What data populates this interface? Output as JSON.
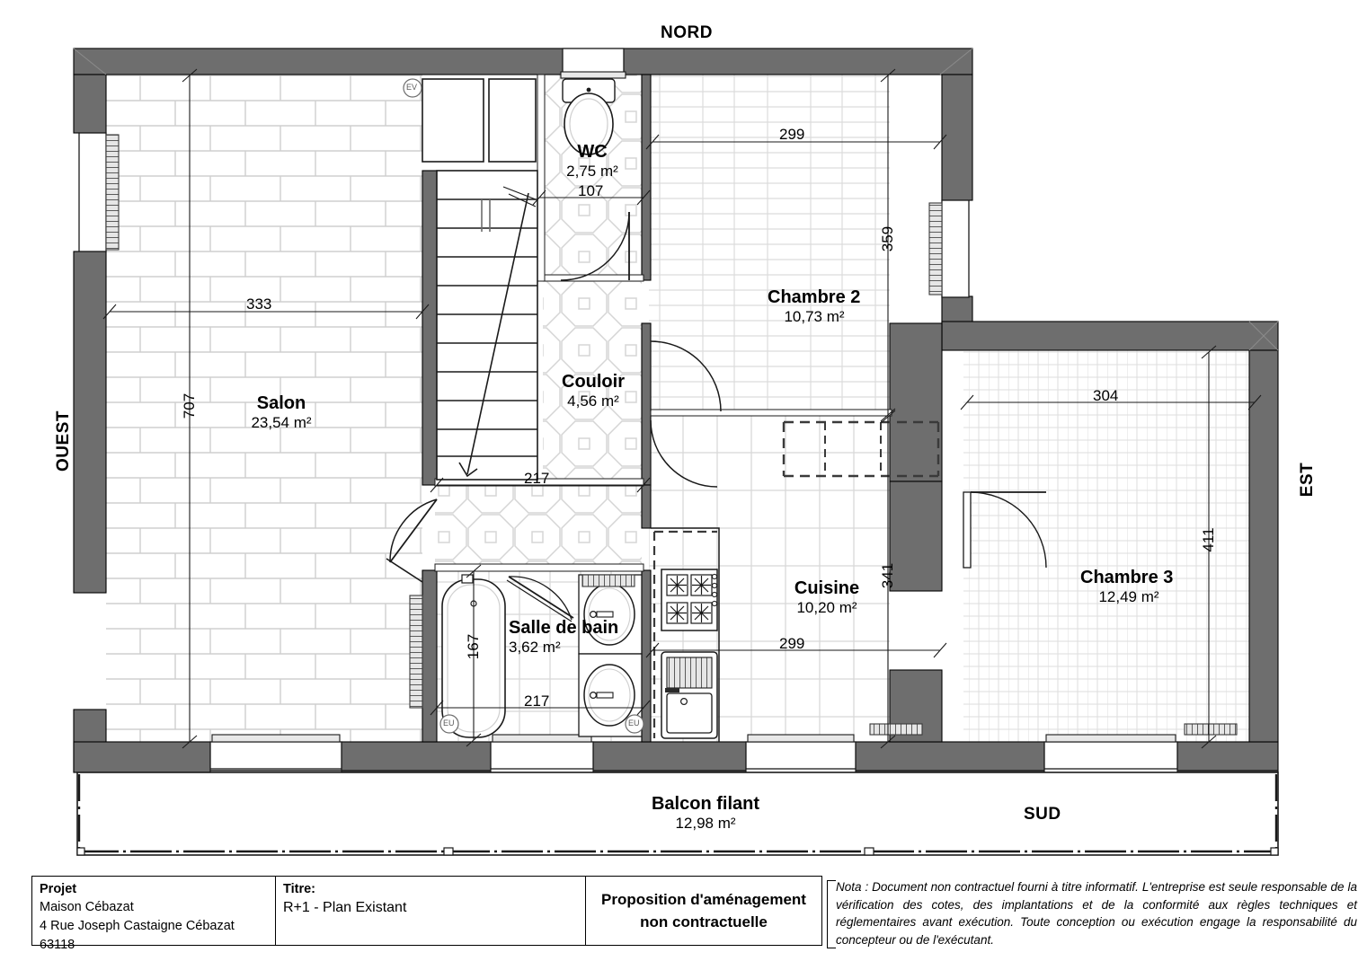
{
  "compass": {
    "north": "NORD",
    "south": "SUD",
    "east": "EST",
    "west": "OUEST"
  },
  "rooms": [
    {
      "id": "salon",
      "name": "Salon",
      "area": "23,54 m²"
    },
    {
      "id": "wc",
      "name": "WC",
      "area": "2,75 m²"
    },
    {
      "id": "couloir",
      "name": "Couloir",
      "area": "4,56 m²"
    },
    {
      "id": "chambre2",
      "name": "Chambre\n2",
      "area": "10,73 m²"
    },
    {
      "id": "chambre3",
      "name": "Chambre\n3",
      "area": "12,49 m²"
    },
    {
      "id": "cuisine",
      "name": "Cuisine",
      "area": "10,20 m²"
    },
    {
      "id": "sallebain",
      "name": "Salle de\nbain",
      "area": "3,62 m²"
    },
    {
      "id": "balcon",
      "name": "Balcon filant",
      "area": "12,98 m²"
    }
  ],
  "dimensions": {
    "salon_width": "333",
    "salon_height": "707",
    "wc_width": "107",
    "couloir_width": "217",
    "sdb_width": "217",
    "sdb_height": "167",
    "chambre2_width": "299",
    "chambre2_height": "359",
    "cuisine_width": "299",
    "cuisine_height": "341",
    "chambre3_width": "304",
    "chambre3_height": "411"
  },
  "markers": {
    "ev_salon": "EV",
    "eu_bath_left": "EU",
    "eu_bath_right": "EU"
  },
  "titleblock": {
    "projet_label": "Projet",
    "projet_name": "Maison Cébazat",
    "projet_address": "4 Rue Joseph Castaigne Cébazat 63118",
    "titre_label": "Titre:",
    "titre_value": "R+1 - Plan Existant",
    "proposition_line1": "Proposition d'aménagement",
    "proposition_line2": "non contractuelle"
  },
  "nota": "Nota : Document non contractuel fourni à titre informatif. L'entreprise est seule responsable de la vérification des cotes, des implantations et de la conformité aux règles techniques et réglementaires avant exécution. Toute conception ou exécution engage la responsabilité du concepteur ou de l'exécutant.",
  "colors": {
    "wall": "#6e6e6e",
    "line": "#000000",
    "floor_light": "#d9d9d9",
    "background": "#ffffff"
  }
}
